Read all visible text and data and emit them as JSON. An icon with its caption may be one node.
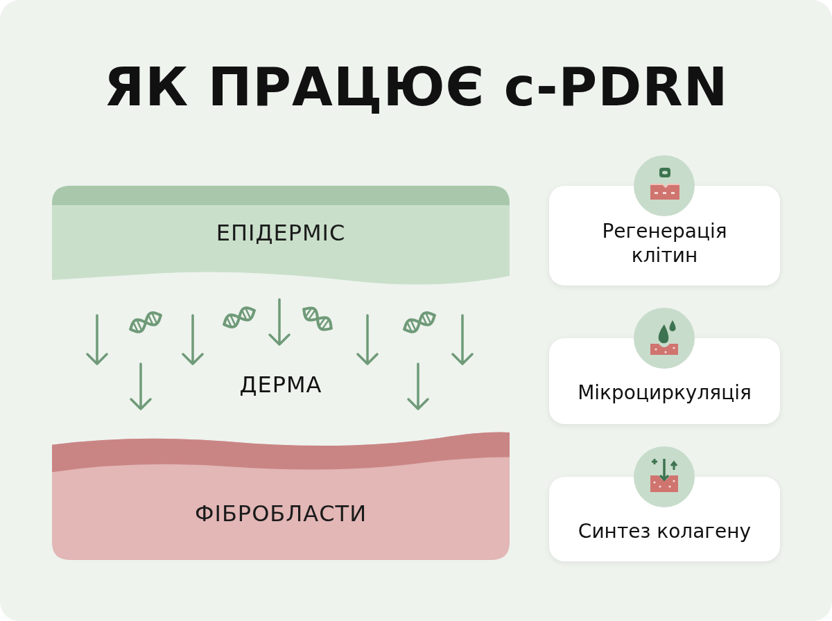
{
  "diagram": {
    "title": "ЯК ПРАЦЮЄ c-PDRN",
    "nodes": [
      {
        "text": [
          "ЕПІДЕРМІС"
        ]
      },
      {
        "text": [
          "ФІБРОБЛАСТИ"
        ]
      },
      {
        "text": [
          "Регенерація клітин"
        ]
      },
      {
        "text": [
          "Мікроциркуляція"
        ]
      },
      {
        "text": [
          "Синтез колагену"
        ]
      }
    ],
    "labels": [
      "ДЕРМА"
    ]
  }
}
